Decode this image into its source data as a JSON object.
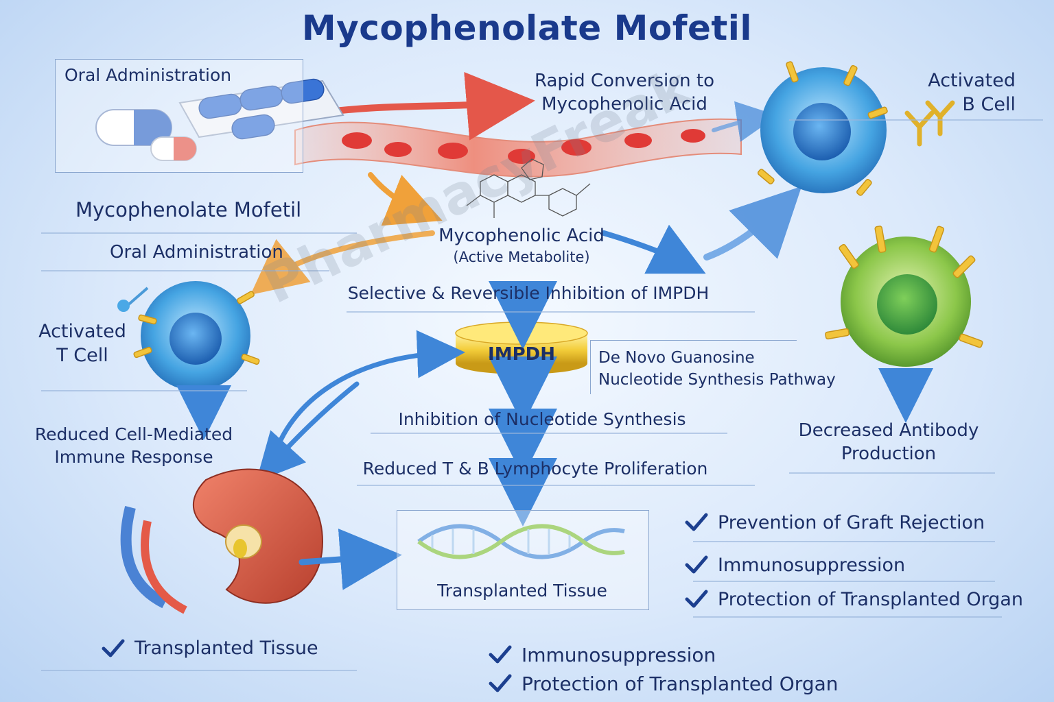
{
  "title": "Mycophenolate Mofetil",
  "watermark": "PharmacyFreak",
  "top_box": {
    "label": "Oral Administration"
  },
  "conversion": {
    "line1": "Rapid Conversion to",
    "line2": "Mycophenolic Acid"
  },
  "b_cell": {
    "line1": "Activated",
    "line2": "B Cell"
  },
  "drug_name_repeat": "Mycophenolate Mofetil",
  "oral_repeat": "Oral Administration",
  "mpa": {
    "line1": "Mycophenolic Acid",
    "line2": "(Active Metabolite)"
  },
  "selective_inhibition": "Selective & Reversible Inhibition of IMPDH",
  "impdh_label": "IMPDH",
  "pathway": {
    "line1": "De Novo Guanosine",
    "line2": "Nucleotide Synthesis Pathway"
  },
  "t_cell": {
    "line1": "Activated",
    "line2": "T Cell"
  },
  "cell_mediated": {
    "line1": "Reduced Cell-Mediated",
    "line2": "Immune Response"
  },
  "nucleotide_inhibition": "Inhibition of Nucleotide Synthesis",
  "proliferation": "Reduced T & B Lymphocyte Proliferation",
  "antibody": {
    "line1": "Decreased Antibody",
    "line2": "Production"
  },
  "transplant_box_label": "Transplanted Tissue",
  "right_checks": [
    "Prevention of Graft Rejection",
    "Immunosuppression",
    "Protection of Transplanted Organ"
  ],
  "bottom_left_check": "Transplanted Tissue",
  "bottom_center_checks": [
    "Immunosuppression",
    "Protection of Transplanted Organ"
  ],
  "colors": {
    "title": "#1a3a8c",
    "arrow_blue": "#3f86d8",
    "arrow_orange": "#f0a13a",
    "arrow_red": "#e4574a",
    "check": "#1c3f8f",
    "impdh_gold": "#f3cd3a",
    "t_cell": "#3d9ee0",
    "b_cell_blue": "#4aa8e6",
    "b_cell_green": "#7fbf3a"
  },
  "icons": [
    "pill-capsule-icon",
    "blister-pack-icon",
    "blood-vessel-icon",
    "chemical-structure-icon",
    "kidney-icon",
    "dna-helix-icon",
    "antibody-icon",
    "check-icon"
  ]
}
